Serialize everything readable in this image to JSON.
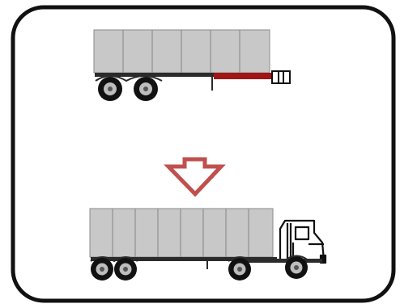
{
  "diagram": {
    "frame": {
      "stroke": "#111111",
      "fill": "#ffffff"
    },
    "top_vehicle": {
      "kind": "semi-trailer (uncoupled)",
      "container_color": "#c8c8c8",
      "container_panels": 6,
      "highlight_color": "#a01515",
      "wheel_sets": 2
    },
    "arrow": {
      "icon": "down-arrow-icon",
      "direction": "down",
      "color": "#c0504d"
    },
    "bottom_vehicle": {
      "kind": "tractor with coupled semi-trailer",
      "container_color": "#c8c8c8",
      "container_panels": 8,
      "cab_color": "#ffffff",
      "wheel_sets": 4
    }
  }
}
